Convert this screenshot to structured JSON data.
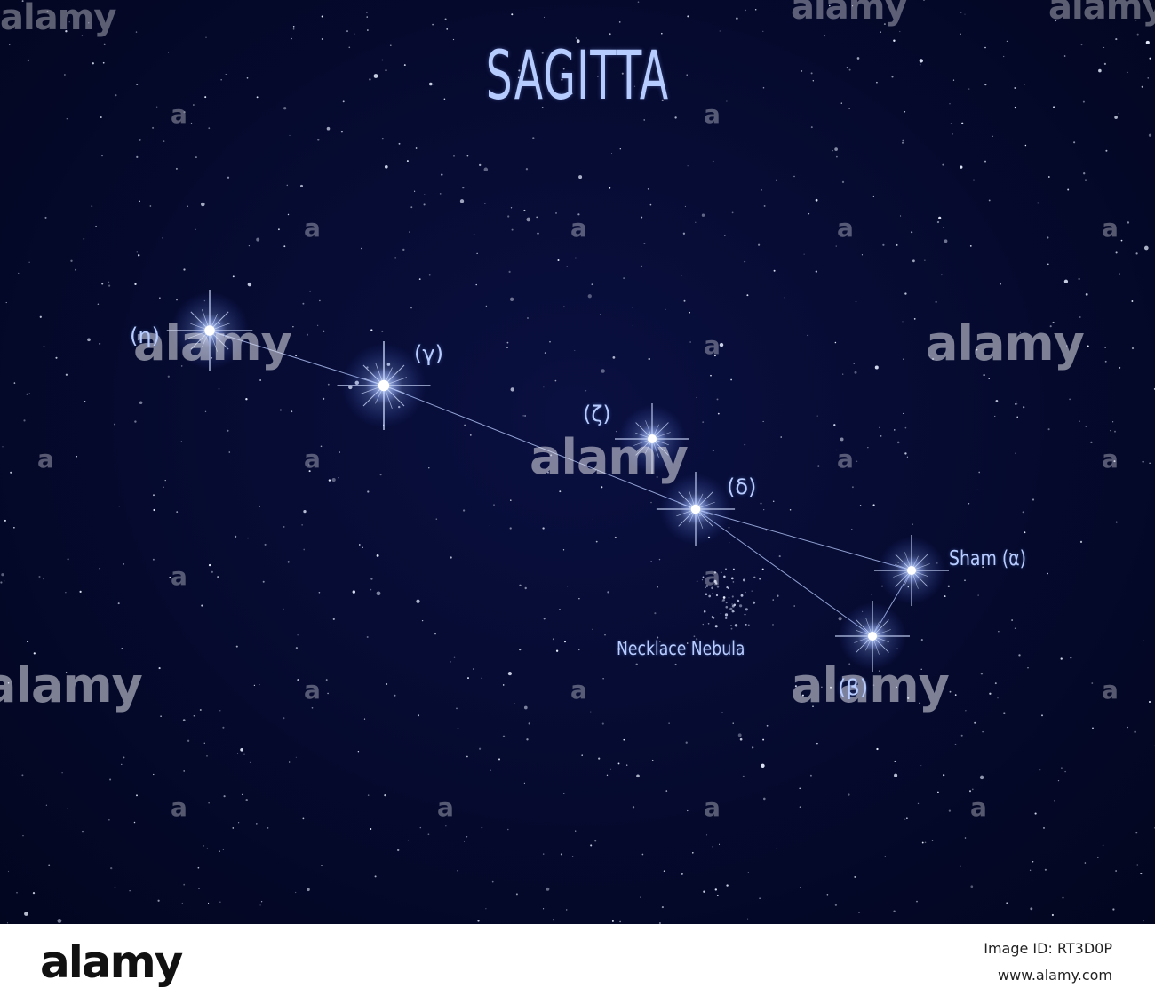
{
  "title": "SAGITTA",
  "stars": [
    {
      "id": "eta",
      "label": "(η)"
    },
    {
      "id": "gamma",
      "label": "(γ)"
    },
    {
      "id": "zeta",
      "label": "(ζ)"
    },
    {
      "id": "delta",
      "label": "(δ)"
    },
    {
      "id": "alpha",
      "label": "Sham (α)"
    },
    {
      "id": "beta",
      "label": "(β)"
    }
  ],
  "nebula": {
    "label": "Necklace Nebula"
  },
  "watermark": {
    "text": "alamy",
    "letter": "a"
  },
  "footer": {
    "logo": "alamy",
    "image_id": "Image ID: RT3D0P",
    "url": "www.alamy.com"
  },
  "colors": {
    "sky": "#050a2e",
    "text": "#b8ccff",
    "line": "#aabbee",
    "star_core": "#ffffff",
    "star_glow": "#8fb0ff"
  }
}
